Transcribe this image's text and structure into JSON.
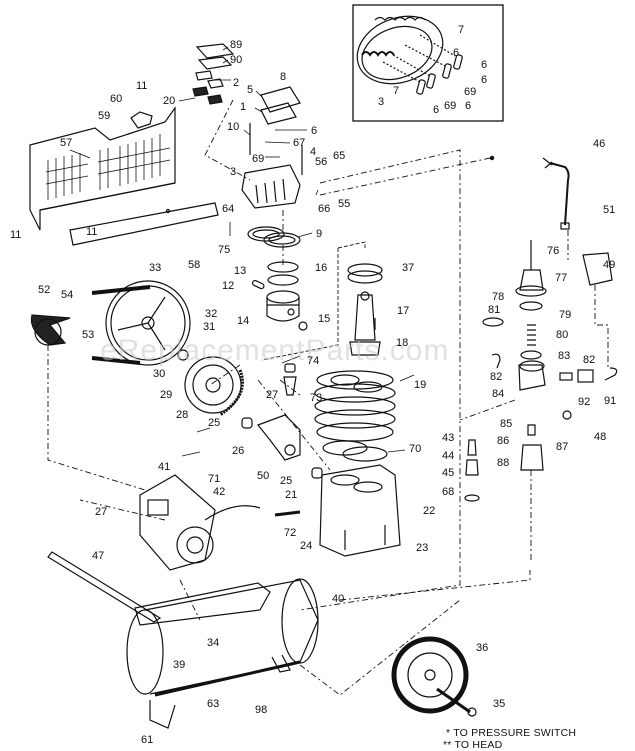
{
  "diagram": {
    "title": "Air Compressor Exploded Parts Diagram",
    "watermark": "eReplacementParts.com",
    "inset_labels": [
      "3",
      "7",
      "6",
      "6",
      "69",
      "6",
      "7",
      "69",
      "6",
      "6"
    ],
    "labels": {
      "p89": "89",
      "p90": "90",
      "p2": "2",
      "p20": "20",
      "p8": "8",
      "p5": "5",
      "p1": "1",
      "p10": "10",
      "p6": "6",
      "p67": "67",
      "p69": "69",
      "p4": "4",
      "p3": "3",
      "p56": "56",
      "p65": "65",
      "p66": "66",
      "p55": "55",
      "p9": "9",
      "p13": "13",
      "p12": "12",
      "p14": "14",
      "p15": "15",
      "p16": "16",
      "p37": "37",
      "p17": "17",
      "p18": "18",
      "p11a": "11",
      "p60": "60",
      "p59": "59",
      "p57": "57",
      "p11b": "11",
      "p11c": "11",
      "p64": "64",
      "p75": "75",
      "p58": "58",
      "p33": "33",
      "p52": "52",
      "p54": "54",
      "p53": "53",
      "p32": "32",
      "p31": "31",
      "p30": "30",
      "p29": "29",
      "p28": "28",
      "p74": "74",
      "p73": "73",
      "p27a": "27",
      "p25a": "25",
      "p26": "26",
      "p19": "19",
      "p70": "70",
      "p25b": "25",
      "p21": "21",
      "p22": "22",
      "p24": "24",
      "p23": "23",
      "p50": "50",
      "p72": "72",
      "p41": "41",
      "p71": "71",
      "p42": "42",
      "p27b": "27",
      "p47": "47",
      "p40": "40",
      "p34": "34",
      "p39": "39",
      "p63": "63",
      "p98": "98",
      "p61": "61",
      "p36": "36",
      "p35": "35",
      "p46": "46",
      "p51": "51",
      "p76": "76",
      "p77": "77",
      "p49": "49",
      "p78": "78",
      "p81": "81",
      "p79": "79",
      "p80": "80",
      "p83": "83",
      "p82a": "82",
      "p82b": "82",
      "p84": "84",
      "p92": "92",
      "p91": "91",
      "p85": "85",
      "p86": "86",
      "p87": "87",
      "p48": "48",
      "p88": "88",
      "p43": "43",
      "p44": "44",
      "p45": "45",
      "p68": "68"
    },
    "legend": {
      "single_star": "* TO PRESSURE SWITCH",
      "double_star": "** TO HEAD"
    },
    "line_color": "#111111",
    "background": "#ffffff"
  }
}
